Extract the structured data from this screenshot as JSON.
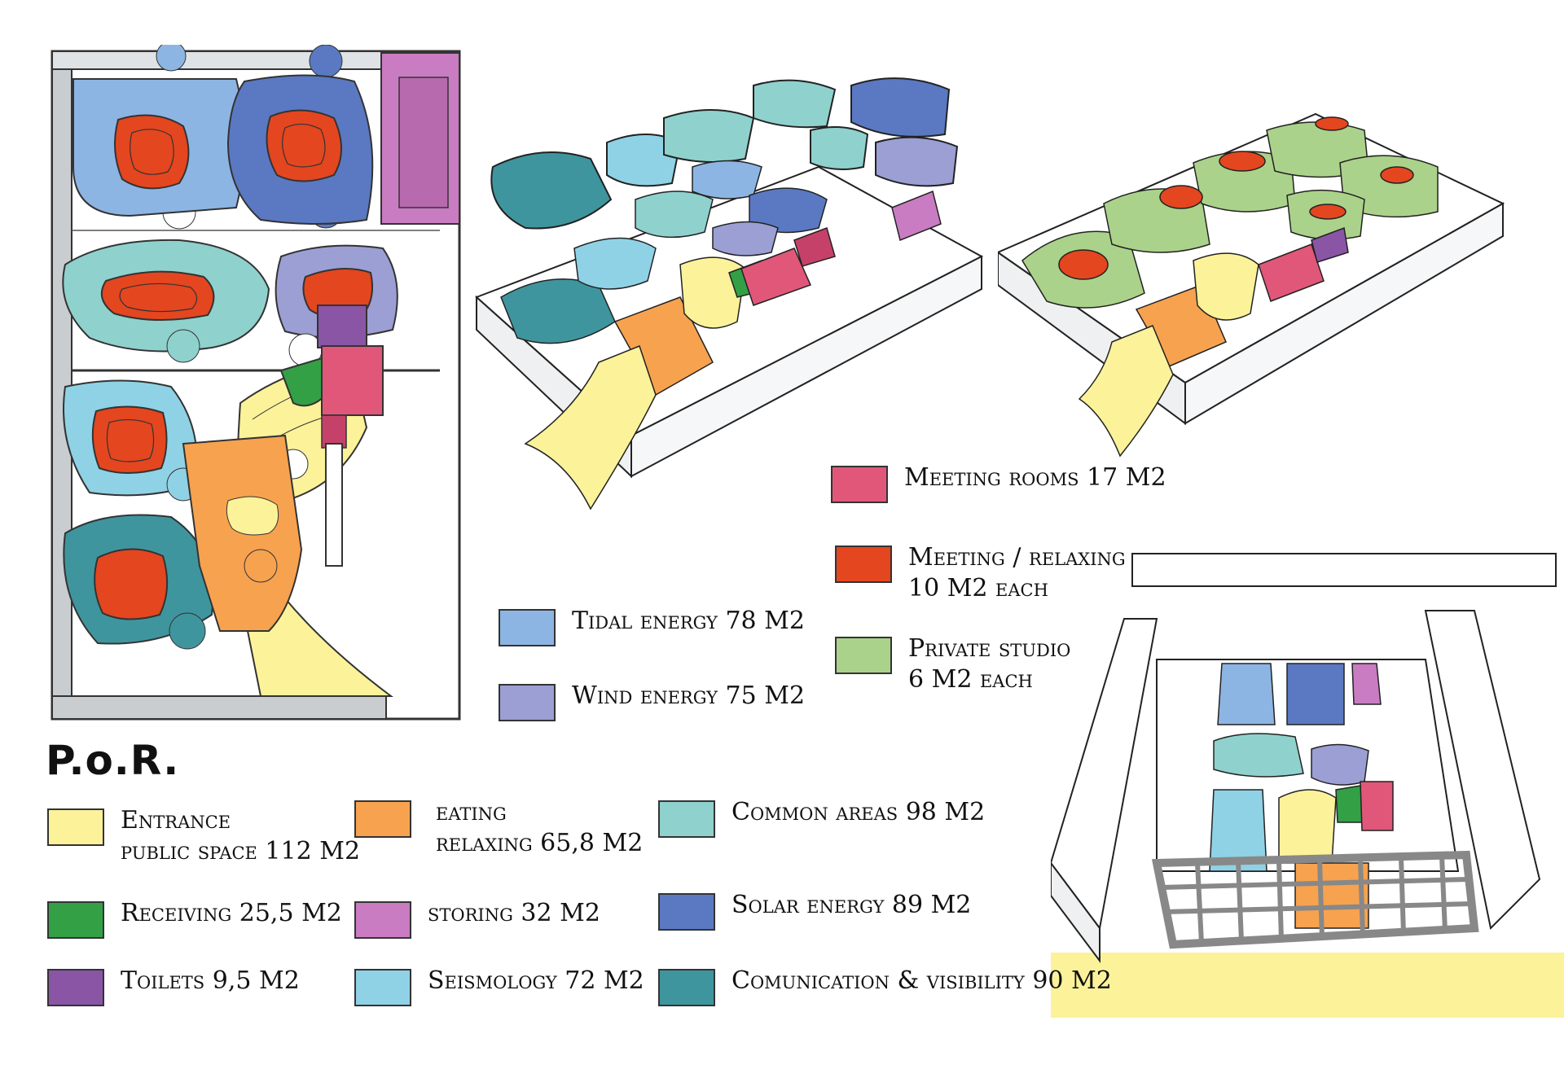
{
  "title": "P.o.R.",
  "legend": [
    {
      "id": "entrance",
      "color": "#fbf29a",
      "line1": "Entrance",
      "line2": "public space  112 M2"
    },
    {
      "id": "receiving",
      "color": "#33a046",
      "line1": "Receiving  25,5 M2",
      "line2": ""
    },
    {
      "id": "toilets",
      "color": "#8a55a5",
      "line1": "Toilets  9,5 M2",
      "line2": ""
    },
    {
      "id": "eating",
      "color": "#f7a24f",
      "line1": "eating",
      "line2": "relaxing  65,8 M2"
    },
    {
      "id": "storing",
      "color": "#c97cc2",
      "line1": "storing  32 M2",
      "line2": ""
    },
    {
      "id": "seismology",
      "color": "#8fd2e6",
      "line1": "Seismology  72 M2",
      "line2": ""
    },
    {
      "id": "common",
      "color": "#8fd1cd",
      "line1": "Common areas  98 M2",
      "line2": ""
    },
    {
      "id": "solar",
      "color": "#5a79c2",
      "line1": "Solar  energy  89 M2",
      "line2": ""
    },
    {
      "id": "comunication",
      "color": "#3f959e",
      "line1": "Comunication & visibility  90 M2",
      "line2": ""
    },
    {
      "id": "tidal",
      "color": "#8db5e3",
      "line1": "Tidal energy  78 M2",
      "line2": ""
    },
    {
      "id": "wind",
      "color": "#9b9fd3",
      "line1": "Wind  energy  75 M2",
      "line2": ""
    },
    {
      "id": "meeting-rooms",
      "color": "#e0577a",
      "line1": "Meeting rooms  17 M2",
      "line2": ""
    },
    {
      "id": "meeting-relaxing",
      "color": "#e4461f",
      "line1": "Meeting / relaxing",
      "line2": "10  M2 each"
    },
    {
      "id": "private-studio",
      "color": "#abd28a",
      "line1": "Private studio",
      "line2": "6  M2 each"
    }
  ]
}
